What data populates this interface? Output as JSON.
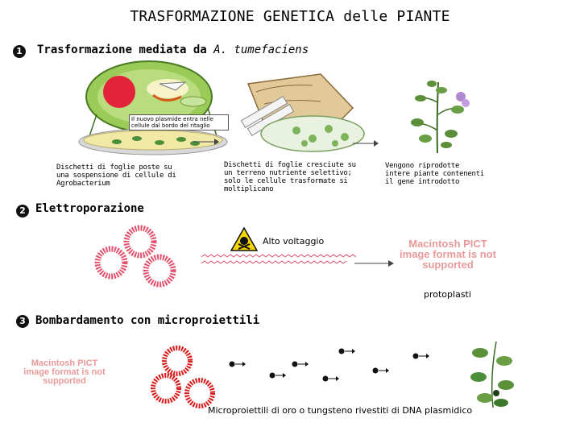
{
  "title": "TRASFORMAZIONE GENETICA delle PIANTE",
  "sections": [
    {
      "number": "1",
      "title": "Trasformazione mediata da ",
      "title_italic": "A. tumefaciens"
    },
    {
      "number": "2",
      "title": "Elettroporazione"
    },
    {
      "number": "3",
      "title": "Bombardamento con microproiettili"
    }
  ],
  "agro": {
    "callout": "Il nuovo plasmide entra nelle cellule dal bordo del ritaglio",
    "step1": "Dischetti di foglie poste su una sospensione di cellule di Agrobacterium",
    "step2": "Dischetti di foglie cresciute su un terreno nutriente selettivo; solo le cellule trasformate si moltiplicano",
    "step3": "Vengono riprodotte intere piante contenenti il gene introdotto"
  },
  "electro": {
    "voltage_label": "Alto voltaggio",
    "pict_text": "Macintosh PICT image format is not supported",
    "protoplasts_label": "protoplasti"
  },
  "bombard": {
    "pict_text": "Macintosh PICT image format is not supported",
    "caption": "Microproiettili di oro o tungsteno rivestiti di DNA plasmidico"
  },
  "colors": {
    "plasmid_pink": "#e0526e",
    "plasmid_red": "#d81818",
    "pict_text": "#e89a9a",
    "leaf_green": "#4c8f3a",
    "dish_yellow": "#f1e8a6"
  }
}
